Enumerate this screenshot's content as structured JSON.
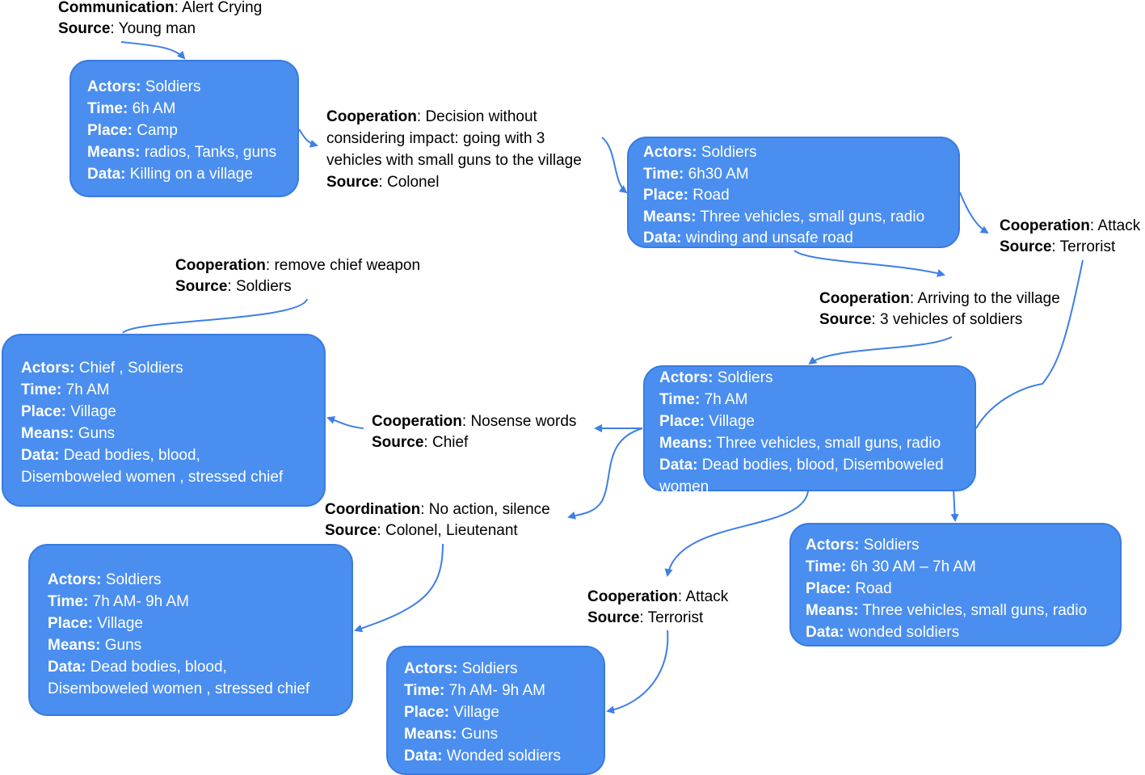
{
  "colors": {
    "box_fill": "#4a8ef0",
    "box_border": "#3a7be0",
    "box_text": "#ffffff",
    "connector": "#3d7fe6",
    "label_text": "#000000"
  },
  "nodes": [
    {
      "id": "n1",
      "rows": [
        {
          "key": "Actors:",
          "value": " Soldiers"
        },
        {
          "key": "Time:",
          "value": " 6h AM"
        },
        {
          "key": "Place:",
          "value": " Camp"
        },
        {
          "key": "Means:",
          "value": " radios, Tanks, guns"
        },
        {
          "key": "Data:",
          "value": " Killing on a village"
        }
      ]
    },
    {
      "id": "n2",
      "rows": [
        {
          "key": "Actors:",
          "value": " Soldiers"
        },
        {
          "key": "Time:",
          "value": " 6h30 AM"
        },
        {
          "key": "Place:",
          "value": " Road"
        },
        {
          "key": "Means:",
          "value": " Three vehicles, small guns, radio"
        },
        {
          "key": "Data:",
          "value": " winding and unsafe road"
        }
      ]
    },
    {
      "id": "n3",
      "rows": [
        {
          "key": "Actors:",
          "value": " Chief , Soldiers"
        },
        {
          "key": "Time:",
          "value": " 7h AM"
        },
        {
          "key": "Place:",
          "value": " Village"
        },
        {
          "key": "Means:",
          "value": " Guns"
        },
        {
          "key": "Data:",
          "value": "  Dead bodies, blood,"
        },
        {
          "key": "",
          "value": "Disemboweled women , stressed chief"
        }
      ]
    },
    {
      "id": "n4",
      "rows": [
        {
          "key": "Actors:",
          "value": " Soldiers"
        },
        {
          "key": "Time:",
          "value": " 7h AM"
        },
        {
          "key": "Place:",
          "value": " Village"
        },
        {
          "key": "Means:",
          "value": " Three vehicles, small guns, radio"
        },
        {
          "key": "Data:",
          "value": " Dead bodies, blood, Disemboweled"
        },
        {
          "key": "",
          "value": "women"
        }
      ]
    },
    {
      "id": "n5",
      "rows": [
        {
          "key": "Actors:",
          "value": " Soldiers"
        },
        {
          "key": "Time:",
          "value": " 6h 30 AM – 7h AM"
        },
        {
          "key": "Place:",
          "value": " Road"
        },
        {
          "key": "Means:",
          "value": " Three vehicles, small guns, radio"
        },
        {
          "key": "Data:",
          "value": " wonded soldiers"
        }
      ]
    },
    {
      "id": "n6",
      "rows": [
        {
          "key": "Actors:",
          "value": " Soldiers"
        },
        {
          "key": "Time:",
          "value": " 7h AM- 9h AM"
        },
        {
          "key": "Place:",
          "value": " Village"
        },
        {
          "key": "Means:",
          "value": " Guns"
        },
        {
          "key": "Data:",
          "value": "  Dead bodies, blood,"
        },
        {
          "key": "",
          "value": "Disemboweled women , stressed chief"
        }
      ]
    },
    {
      "id": "n7",
      "rows": [
        {
          "key": "Actors:",
          "value": " Soldiers"
        },
        {
          "key": "Time:",
          "value": " 7h AM- 9h AM"
        },
        {
          "key": "Place:",
          "value": " Village"
        },
        {
          "key": "Means:",
          "value": " Guns"
        },
        {
          "key": "Data:",
          "value": " Wonded soldiers"
        }
      ]
    }
  ],
  "labels": [
    {
      "id": "l1",
      "rows": [
        {
          "key": "Communication",
          "value": ": Alert Crying"
        },
        {
          "key": "Source",
          "value": ": Young man"
        }
      ]
    },
    {
      "id": "l2",
      "rows": [
        {
          "key": "Cooperation",
          "value": ": Decision without"
        },
        {
          "key": "",
          "value": "considering impact: going with 3"
        },
        {
          "key": "",
          "value": "vehicles with small guns to the village"
        },
        {
          "key": "Source",
          "value": ": Colonel"
        }
      ]
    },
    {
      "id": "l3",
      "rows": [
        {
          "key": "Cooperation",
          "value": ": Attack"
        },
        {
          "key": "Source",
          "value": ": Terrorist"
        }
      ]
    },
    {
      "id": "l4",
      "rows": [
        {
          "key": "Cooperation",
          "value": ": remove chief weapon"
        },
        {
          "key": "Source",
          "value": ": Soldiers"
        }
      ]
    },
    {
      "id": "l5",
      "rows": [
        {
          "key": "Cooperation",
          "value": ": Arriving to the village"
        },
        {
          "key": "Source",
          "value": ": 3 vehicles of soldiers"
        }
      ]
    },
    {
      "id": "l6",
      "rows": [
        {
          "key": "Cooperation",
          "value": ": Nosense words"
        },
        {
          "key": "Source",
          "value": ": Chief"
        }
      ]
    },
    {
      "id": "l7",
      "rows": [
        {
          "key": "Coordination",
          "value": ": No action, silence"
        },
        {
          "key": "Source",
          "value": ": Colonel, Lieutenant"
        }
      ]
    },
    {
      "id": "l8",
      "rows": [
        {
          "key": "Cooperation",
          "value": ": Attack"
        },
        {
          "key": "Source",
          "value": ": Terrorist"
        }
      ]
    }
  ]
}
